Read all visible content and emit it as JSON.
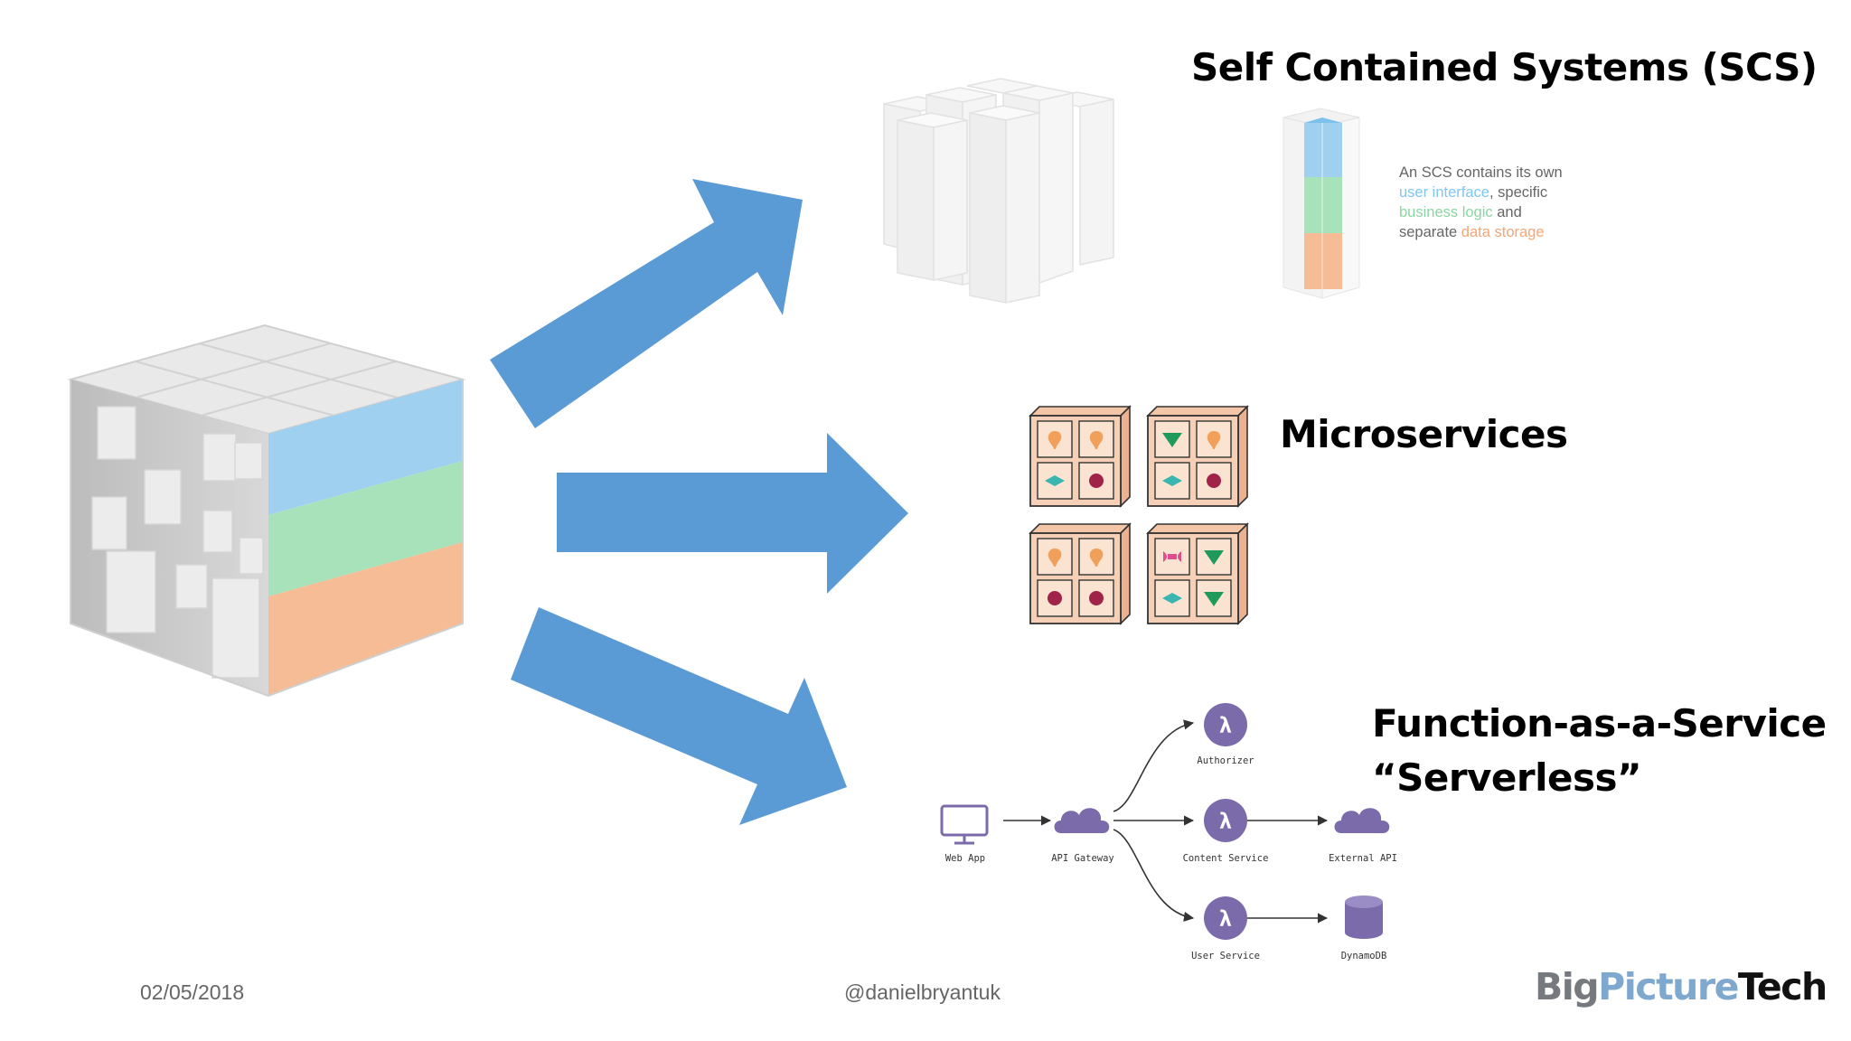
{
  "sections": {
    "scs": {
      "title": "Self Contained Systems (SCS)",
      "desc_prefix": "An SCS contains its own",
      "desc_ui": "user interface",
      "desc_mid1": ", specific",
      "desc_logic": "business logic",
      "desc_mid2": " and",
      "desc_mid3": "separate ",
      "desc_data": "data storage"
    },
    "microservices": {
      "title": "Microservices"
    },
    "faas": {
      "title_line1": "Function-as-a-Service",
      "title_line2": "“Serverless”",
      "diagram": {
        "web_app": "Web App",
        "api_gateway": "API Gateway",
        "authorizer": "Authorizer",
        "content_service": "Content Service",
        "user_service": "User Service",
        "external_api": "External API",
        "dynamodb": "DynamoDB",
        "lambda_symbol": "λ"
      }
    }
  },
  "footer": {
    "date": "02/05/2018",
    "handle": "@danielbryantuk",
    "brand_big": "Big",
    "brand_picture": "Picture",
    "brand_tech": "Tech"
  },
  "colors": {
    "arrow": "#5b9bd5",
    "ui_layer": "#9fd0f0",
    "logic_layer": "#a7e2bb",
    "data_layer": "#f5bc96",
    "faas_purple": "#7b6bab",
    "brand_gray": "#76797d",
    "brand_blue": "#7fa8cf"
  },
  "icons": [
    "monolith-cube-icon",
    "scs-pillars-icon",
    "scs-layer-pillar-icon",
    "microservice-crate-icon",
    "web-app-monitor-icon",
    "cloud-icon",
    "lambda-icon",
    "database-icon"
  ]
}
